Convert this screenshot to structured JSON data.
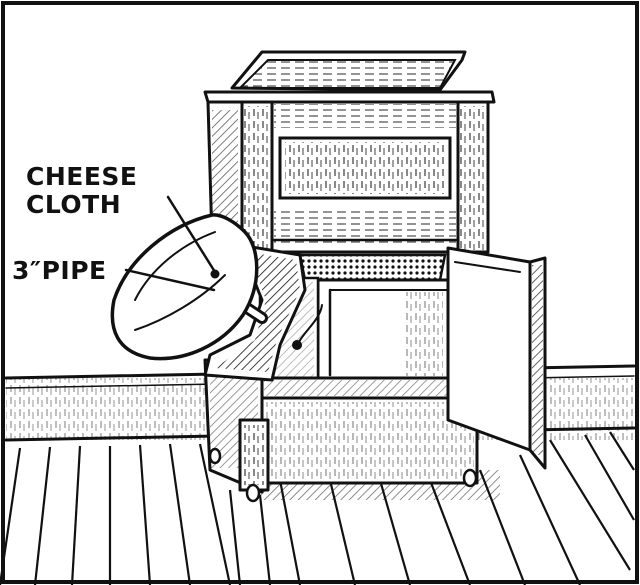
{
  "labels": {
    "cheese_cloth_line1": "CHEESE",
    "cheese_cloth_line2": "CLOTH",
    "pipe": "3″PIPE"
  },
  "colors": {
    "ink": "#111111",
    "paper": "#ffffff"
  }
}
